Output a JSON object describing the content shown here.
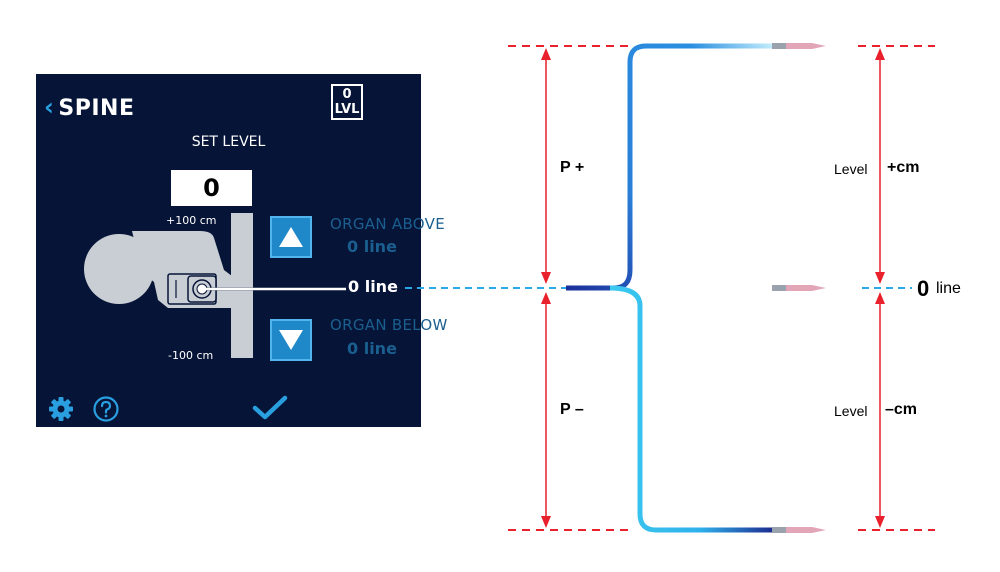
{
  "screen": {
    "back_label": "SPINE",
    "level_badge": {
      "number": "0",
      "text": "LVL"
    },
    "title": "SET LEVEL",
    "value": "0",
    "scale_top": "+100 cm",
    "scale_bottom": "-100 cm",
    "organ_above": {
      "title": "ORGAN ABOVE",
      "sub": "0 line"
    },
    "organ_below": {
      "title": "ORGAN BELOW",
      "sub": "0 line"
    },
    "zero_line_label": "0 line",
    "colors": {
      "background": "#061437",
      "accent": "#1f88c8",
      "text": "#ffffff",
      "muted_text": "#1a5f8f"
    }
  },
  "diagram": {
    "p_plus": "P +",
    "p_minus": "P –",
    "level_plus": {
      "word": "Level",
      "value": "+cm"
    },
    "level_minus": {
      "word": "Level",
      "value": "–cm"
    },
    "zero_line": {
      "num": "0",
      "word": "line"
    },
    "colors": {
      "guide_red": "#e8212c",
      "catheter_blue": "#2a7fd8",
      "catheter_light": "#2fc4ee",
      "dash_blue": "#2aa8e8",
      "tip_pink": "#e3a5b8"
    }
  }
}
